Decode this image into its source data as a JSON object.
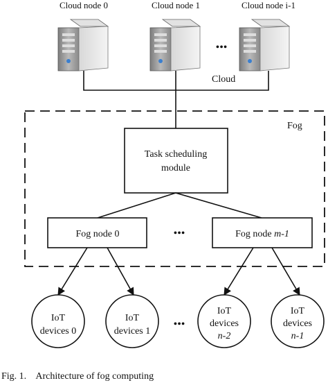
{
  "cloud": {
    "node_labels": [
      "Cloud node 0",
      "Cloud node 1",
      "Cloud node i-1"
    ],
    "ellipsis": "•••",
    "label": "Cloud"
  },
  "fog": {
    "label": "Fog",
    "scheduler": {
      "line1": "Task scheduling",
      "line2": "module"
    },
    "node0": "Fog node 0",
    "node_last_prefix": "Fog node ",
    "node_last_suffix": "m-1",
    "ellipsis": "•••"
  },
  "iot": {
    "line1": "IoT",
    "dev0": "devices 0",
    "dev1": "devices 1",
    "devices_word": "devices",
    "dev_n2": "n-2",
    "dev_n1": "n-1",
    "ellipsis": "•••"
  },
  "caption": "Fig. 1.    Architecture of fog computing"
}
